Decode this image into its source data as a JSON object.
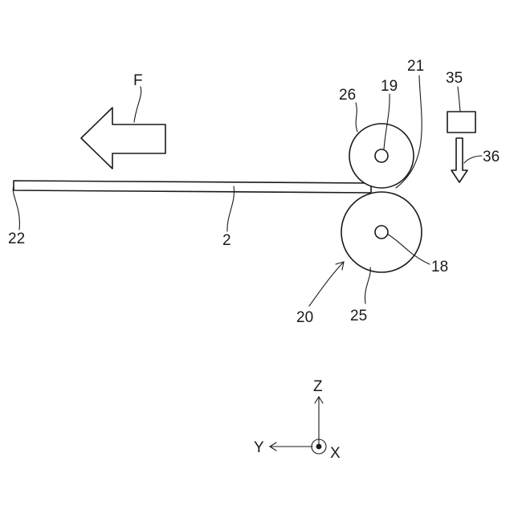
{
  "figure": {
    "labels": {
      "feed_direction": "F",
      "sheet": "2",
      "sheet_end": "22",
      "upper_shaft": "19",
      "upper_roller": "26",
      "nip": "21",
      "unit": "20",
      "lower_roller": "25",
      "lower_shaft": "18",
      "sensor": "35",
      "beam": "36"
    },
    "axes": {
      "z": "Z",
      "y": "Y",
      "x": "X"
    }
  }
}
